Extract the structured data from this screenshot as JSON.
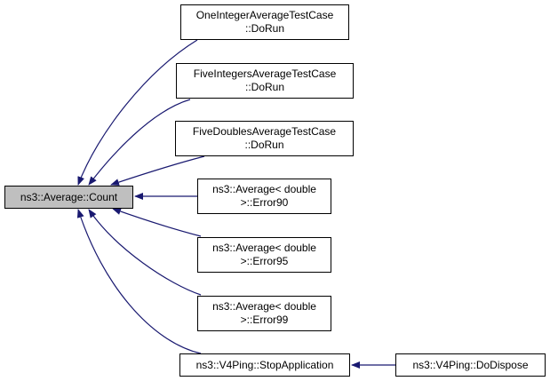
{
  "diagram": {
    "type": "doxygen-caller-graph",
    "edge_color": "#191970",
    "focus_fill": "#bfbfbf",
    "nodes": [
      {
        "id": "count",
        "lines": [
          "ns3::Average::Count"
        ],
        "focus": true
      },
      {
        "id": "one-integer",
        "lines": [
          "OneIntegerAverageTestCase",
          "::DoRun"
        ]
      },
      {
        "id": "five-integers",
        "lines": [
          "FiveIntegersAverageTestCase",
          "::DoRun"
        ]
      },
      {
        "id": "five-doubles",
        "lines": [
          "FiveDoublesAverageTestCase",
          "::DoRun"
        ]
      },
      {
        "id": "error90",
        "lines": [
          "ns3::Average< double",
          ">::Error90"
        ]
      },
      {
        "id": "error95",
        "lines": [
          "ns3::Average< double",
          ">::Error95"
        ]
      },
      {
        "id": "error99",
        "lines": [
          "ns3::Average< double",
          ">::Error99"
        ]
      },
      {
        "id": "stop-application",
        "lines": [
          "ns3::V4Ping::StopApplication"
        ]
      },
      {
        "id": "do-dispose",
        "lines": [
          "ns3::V4Ping::DoDispose"
        ]
      }
    ],
    "edges": [
      {
        "from": "one-integer",
        "to": "count"
      },
      {
        "from": "five-integers",
        "to": "count"
      },
      {
        "from": "five-doubles",
        "to": "count"
      },
      {
        "from": "error90",
        "to": "count"
      },
      {
        "from": "error95",
        "to": "count"
      },
      {
        "from": "error99",
        "to": "count"
      },
      {
        "from": "stop-application",
        "to": "count"
      },
      {
        "from": "do-dispose",
        "to": "stop-application"
      }
    ]
  }
}
